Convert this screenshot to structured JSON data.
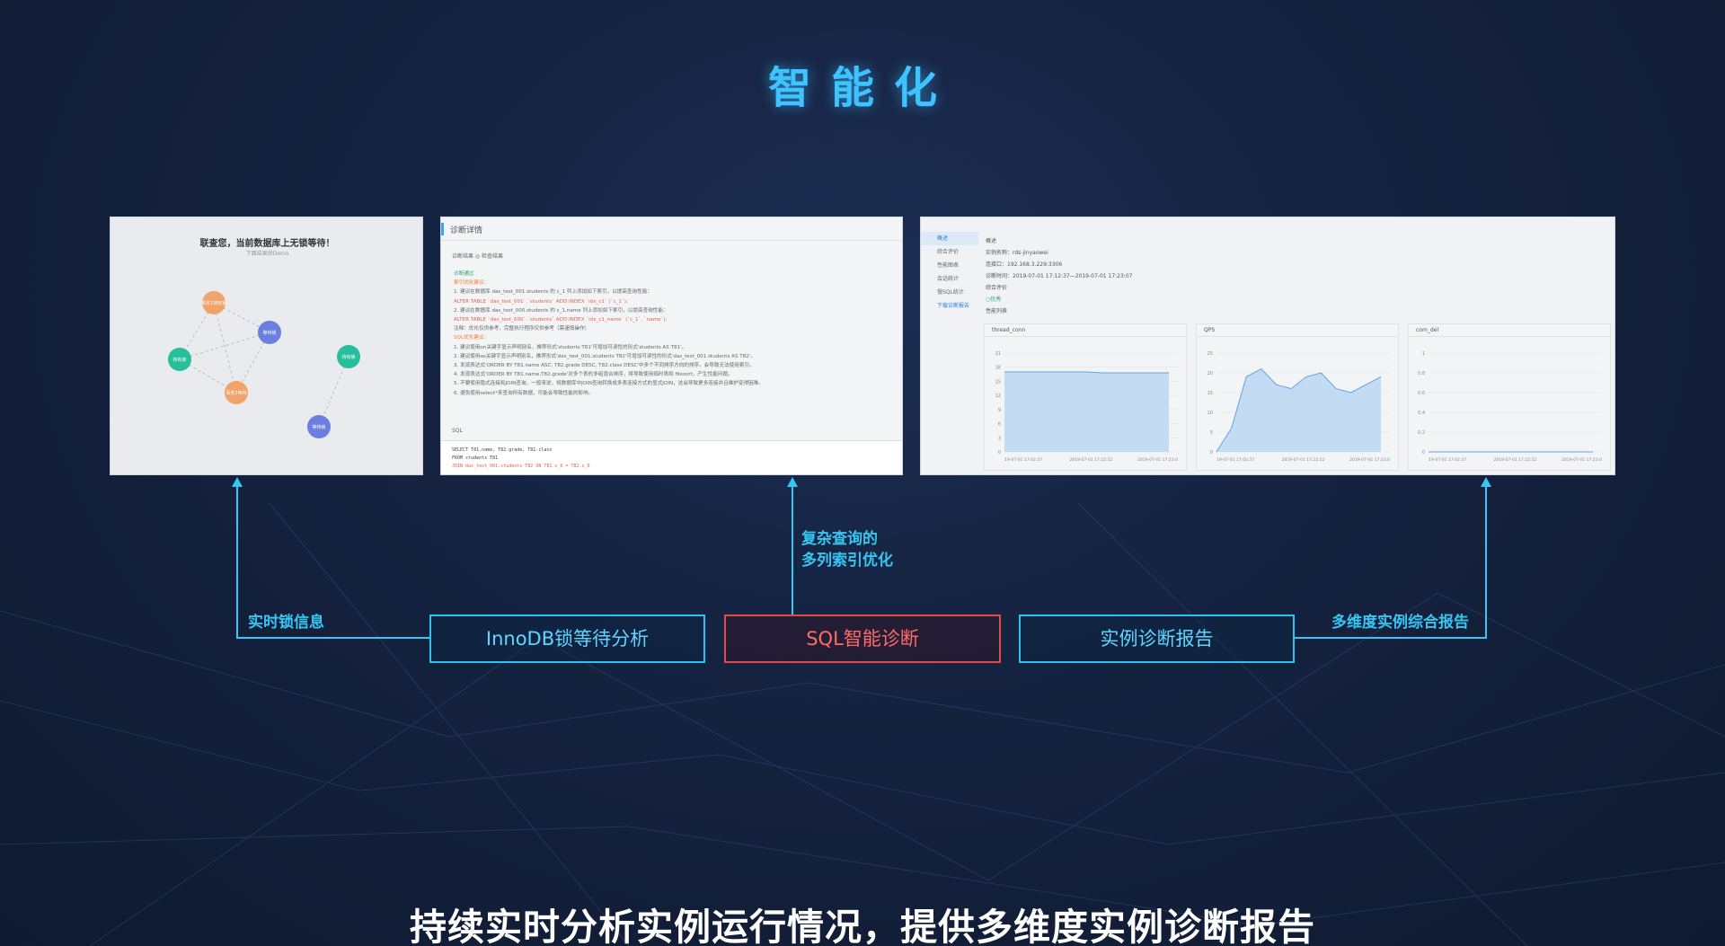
{
  "title": "智能化",
  "panel_lock": {
    "heading": "联查您，当前数据库上无锁等待！",
    "subheading": "下面结果供Demo",
    "nodes": [
      "事务1持有锁",
      "等待锁",
      "持有锁",
      "事务2等待",
      "持有锁",
      "等待锁"
    ]
  },
  "panel_sql": {
    "header": "诊断详情",
    "tabs": "诊断结果  ◎ 检查结果",
    "lines": [
      {
        "cls": "g",
        "text": "诊断通过"
      },
      {
        "cls": "o",
        "text": "索引优化建议："
      },
      {
        "cls": "",
        "text": "1. 建议在数据库 das_test_001.students 的 c_1 列上添加如下索引，以提高查询性能："
      },
      {
        "cls": "r",
        "text": "ALTER TABLE `das_test_001`.`students` ADD INDEX `idx_c1` (`c_1`);"
      },
      {
        "cls": "",
        "text": "2. 建议在数据库 das_test_000.students 的 c_1,name 列上添加如下索引，以提高查询性能："
      },
      {
        "cls": "r",
        "text": "ALTER TABLE `das_test_000`.`students` ADD INDEX `idx_c1_name` (`c_1`, `name`);"
      },
      {
        "cls": "",
        "text": "注释：优化仅供参考，完整执行程序仅供参考（需谨慎操作）"
      },
      {
        "cls": "o",
        "text": "SQL优化建议："
      },
      {
        "cls": "",
        "text": "1. 建议使用on关键字显示声明别名，推荐形式'students T81'可增加可读性的形式'students AS T81'。"
      },
      {
        "cls": "",
        "text": "2. 建议使用as关键字显示声明别名，推荐形式'das_test_001.students T82'可增加可读性的形式'das_test_001.students AS T82'。"
      },
      {
        "cls": "",
        "text": "3. 发现表达式'ORDER BY T81.name ASC, T82.grade DESC, T82.class DESC'中多个不同排序方向的排序，会导致无法使用索引。"
      },
      {
        "cls": "",
        "text": "4. 发现表达式'ORDER BY T81.name,T82.grade'对多个表的多组混合排序，将导致使用临时表和 filesort，产生性能问题。"
      },
      {
        "cls": "",
        "text": "5. 不要使用隐式连接和JOIN查询，一般来说，将数据库中JOIN查询转换成多表连接方式的显式JOIN，这会导致更多连接并且维护变得困难。"
      },
      {
        "cls": "",
        "text": "6. 避免使用select*来查询所有数据，可能会导致性能的影响。"
      }
    ],
    "sql_label": "SQL",
    "sql_lines": [
      "SELECT T81.name, T82.grade, T81.class",
      "FROM students T81",
      "      JOIN das_test_001.students T82 ON T81.c_0 = T82.c_0"
    ]
  },
  "panel_report": {
    "side": [
      "概述",
      "综合评价",
      "性能图表",
      "会话统计",
      "慢SQL统计",
      "下载诊断报告"
    ],
    "overview": "概述",
    "instance": "实例名称：rds-jinyaowei",
    "port": "连接口：192.168.3.229:3306",
    "time": "诊断时间：2019-07-01 17:12:37—2019-07-01 17:23:07",
    "eval": "综合评价",
    "eval_value": "○优秀",
    "perf": "性能列表",
    "charts": [
      {
        "name": "thread_conn",
        "ticks": [
          "21",
          "18",
          "15",
          "12",
          "9",
          "6",
          "3",
          "0"
        ],
        "x": [
          "19-07-01 17:02:37",
          "2019-07-01 17:22:52",
          "2019-07-01 17:23:0"
        ],
        "values": [
          17,
          17,
          17,
          17,
          17,
          17,
          16.8,
          16.8,
          16.8,
          16.8,
          16.8
        ]
      },
      {
        "name": "QPS",
        "ticks": [
          "25",
          "20",
          "15",
          "10",
          "5",
          "0"
        ],
        "x": [
          "19-07-01 17:02:37",
          "2019-07-01 17:22:52",
          "2019-07-01 17:23:0"
        ],
        "values": [
          0,
          6,
          19,
          21,
          17,
          16,
          19,
          20,
          16,
          15,
          17,
          19
        ]
      },
      {
        "name": "com_del",
        "ticks": [
          "1",
          "0.8",
          "0.6",
          "0.4",
          "0.2",
          "0"
        ],
        "x": [
          "19-07-01 17:02:37",
          "2019-07-01 17:22:52",
          "2019-07-01 17:23:0"
        ],
        "values": [
          0,
          0,
          0,
          0,
          0,
          0,
          0,
          0,
          0,
          0,
          0
        ]
      }
    ]
  },
  "labels": {
    "lock_info": "实时锁信息",
    "sql_note_1": "复杂查询的",
    "sql_note_2": "多列索引优化",
    "report_note": "多维度实例综合报告"
  },
  "buttons": {
    "innodb": "InnoDB锁等待分析",
    "sql": "SQL智能诊断",
    "report": "实例诊断报告"
  },
  "caption": "持续实时分析实例运行情况，提供多维度实例诊断报告",
  "colors": {
    "accent": "#35c6f2",
    "alert": "#e04b4b",
    "title": "#3fc3ff"
  }
}
